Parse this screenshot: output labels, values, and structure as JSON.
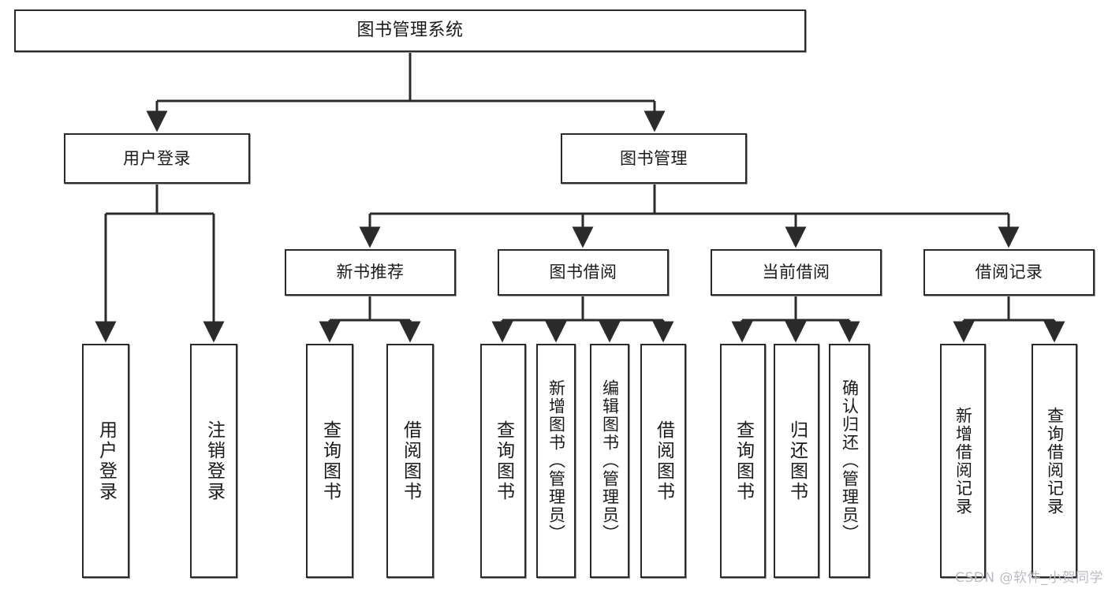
{
  "diagram": {
    "title": "图书管理系统",
    "type": "tree-hierarchy-diagram",
    "watermark": "CSDN @软件_小贺同学",
    "colors": {
      "box_border": "#2b2b2b",
      "box_fill": "#ffffff",
      "edge": "#2b2b2b",
      "text": "#1a1a1a",
      "watermark": "#b9bcc2",
      "background": "#ffffff"
    },
    "nodes": {
      "root": {
        "label": "图书管理系统"
      },
      "level2": [
        {
          "id": "user-login",
          "label": "用户登录"
        },
        {
          "id": "book-manage",
          "label": "图书管理"
        }
      ],
      "level3": [
        {
          "id": "new-book-rec",
          "label": "新书推荐"
        },
        {
          "id": "book-borrow",
          "label": "图书借阅"
        },
        {
          "id": "current-borrow",
          "label": "当前借阅"
        },
        {
          "id": "borrow-record",
          "label": "借阅记录"
        }
      ],
      "leaves": {
        "user_login": [
          {
            "id": "leaf-user-login",
            "label": "用户登录"
          },
          {
            "id": "leaf-logout-login",
            "label": "注销登录"
          }
        ],
        "new_book_rec": [
          {
            "id": "leaf-query-book-1",
            "label": "查询图书"
          },
          {
            "id": "leaf-borrow-book-1",
            "label": "借阅图书"
          }
        ],
        "book_borrow": [
          {
            "id": "leaf-query-book-2",
            "label": "查询图书"
          },
          {
            "id": "leaf-add-book",
            "label": "新增图书（管理员）"
          },
          {
            "id": "leaf-edit-book",
            "label": "编辑图书（管理员）"
          },
          {
            "id": "leaf-borrow-book-2",
            "label": "借阅图书"
          }
        ],
        "current_borrow": [
          {
            "id": "leaf-query-book-3",
            "label": "查询图书"
          },
          {
            "id": "leaf-return-book",
            "label": "归还图书"
          },
          {
            "id": "leaf-confirm-return",
            "label": "确认归还（管理员）"
          }
        ],
        "borrow_record": [
          {
            "id": "leaf-add-record",
            "label": "新增借阅记录"
          },
          {
            "id": "leaf-query-record",
            "label": "查询借阅记录"
          }
        ]
      }
    }
  }
}
